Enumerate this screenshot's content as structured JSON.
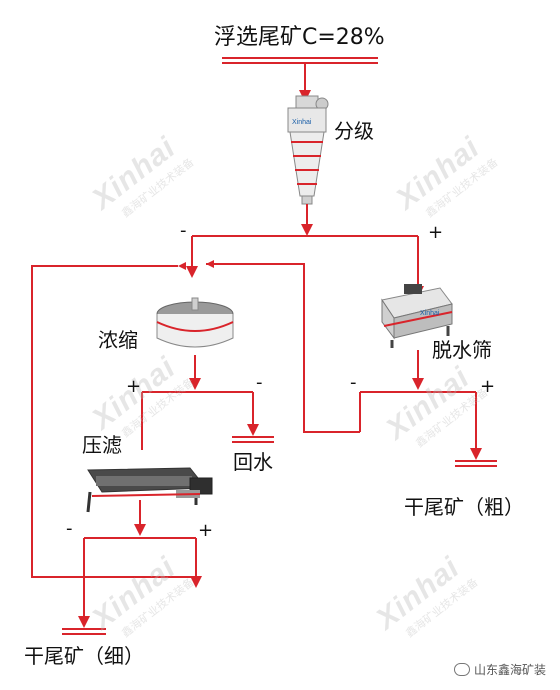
{
  "title": "浮选尾矿C=28%",
  "equipment": {
    "classify": "分级",
    "thicken": "浓缩",
    "dewater_screen": "脱水筛",
    "filter_press": "压滤"
  },
  "outputs": {
    "return_water": "回水",
    "coarse_tailings": "干尾矿（粗）",
    "fine_tailings": "干尾矿（细）"
  },
  "signs": {
    "minus": "-",
    "plus": "+"
  },
  "watermark": {
    "brand": "Xinhai",
    "company": "鑫海矿业技术装备",
    "equipment_brand": "Xinhai"
  },
  "footer": {
    "wechat": "山东鑫海矿装"
  },
  "colors": {
    "flow_line": "#d9242b",
    "output_bar": "#d9242b",
    "text": "#111111"
  }
}
